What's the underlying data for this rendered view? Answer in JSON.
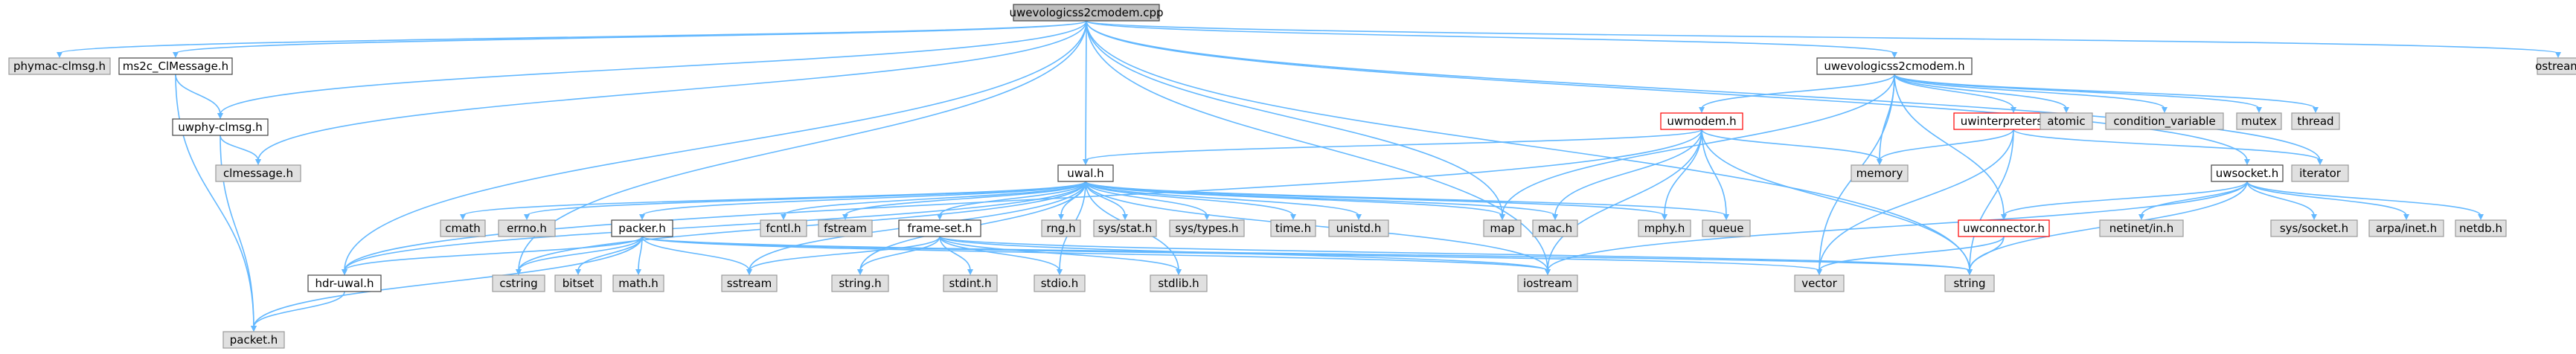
{
  "diagram": {
    "title": "uwevologicss2cmodem.cpp dependency graph",
    "root": "uwevologicss2cmodem.cpp",
    "colors": {
      "edge": "#63b8ff",
      "root_fill": "#bfbfbf",
      "system_fill": "#e0e0e0",
      "highlight_border": "#ff0000",
      "file_border": "#444444"
    },
    "nodes": [
      {
        "id": "cpp",
        "label": "uwevologicss2cmodem.cpp",
        "kind": "root"
      },
      {
        "id": "phymac_h",
        "label": "phymac-clmsg.h",
        "kind": "sys"
      },
      {
        "id": "ms2c",
        "label": "ms2c_ClMessage.h",
        "kind": "file"
      },
      {
        "id": "uwphy",
        "label": "uwphy-clmsg.h",
        "kind": "file"
      },
      {
        "id": "clmsg",
        "label": "clmessage.h",
        "kind": "sys"
      },
      {
        "id": "uwevoh",
        "label": "uwevologicss2cmodem.h",
        "kind": "file"
      },
      {
        "id": "ostream",
        "label": "ostream",
        "kind": "sys"
      },
      {
        "id": "uwmodem",
        "label": "uwmodem.h",
        "kind": "red"
      },
      {
        "id": "uwinterp",
        "label": "uwinterpreters2c.h",
        "kind": "red"
      },
      {
        "id": "atomic",
        "label": "atomic",
        "kind": "sys"
      },
      {
        "id": "condvar",
        "label": "condition_variable",
        "kind": "sys"
      },
      {
        "id": "mutex",
        "label": "mutex",
        "kind": "sys"
      },
      {
        "id": "thread",
        "label": "thread",
        "kind": "sys"
      },
      {
        "id": "memory",
        "label": "memory",
        "kind": "sys"
      },
      {
        "id": "iterator",
        "label": "iterator",
        "kind": "sys"
      },
      {
        "id": "uwsocket",
        "label": "uwsocket.h",
        "kind": "file"
      },
      {
        "id": "uwal",
        "label": "uwal.h",
        "kind": "file"
      },
      {
        "id": "cmath",
        "label": "cmath",
        "kind": "sys"
      },
      {
        "id": "errno",
        "label": "errno.h",
        "kind": "sys"
      },
      {
        "id": "packer",
        "label": "packer.h",
        "kind": "file"
      },
      {
        "id": "fcntl",
        "label": "fcntl.h",
        "kind": "sys"
      },
      {
        "id": "fstream",
        "label": "fstream",
        "kind": "sys"
      },
      {
        "id": "frameset",
        "label": "frame-set.h",
        "kind": "file"
      },
      {
        "id": "rng",
        "label": "rng.h",
        "kind": "sys"
      },
      {
        "id": "sysstat",
        "label": "sys/stat.h",
        "kind": "sys"
      },
      {
        "id": "systypes",
        "label": "sys/types.h",
        "kind": "sys"
      },
      {
        "id": "time",
        "label": "time.h",
        "kind": "sys"
      },
      {
        "id": "unistd",
        "label": "unistd.h",
        "kind": "sys"
      },
      {
        "id": "map",
        "label": "map",
        "kind": "sys"
      },
      {
        "id": "mac",
        "label": "mac.h",
        "kind": "sys"
      },
      {
        "id": "mphy",
        "label": "mphy.h",
        "kind": "sys"
      },
      {
        "id": "queue",
        "label": "queue",
        "kind": "sys"
      },
      {
        "id": "hdr",
        "label": "hdr-uwal.h",
        "kind": "file"
      },
      {
        "id": "packet",
        "label": "packet.h",
        "kind": "sys"
      },
      {
        "id": "cstring",
        "label": "cstring",
        "kind": "sys"
      },
      {
        "id": "bitset",
        "label": "bitset",
        "kind": "sys"
      },
      {
        "id": "mathh",
        "label": "math.h",
        "kind": "sys"
      },
      {
        "id": "sstream",
        "label": "sstream",
        "kind": "sys"
      },
      {
        "id": "stringh",
        "label": "string.h",
        "kind": "sys"
      },
      {
        "id": "stdint",
        "label": "stdint.h",
        "kind": "sys"
      },
      {
        "id": "stdio",
        "label": "stdio.h",
        "kind": "sys"
      },
      {
        "id": "stdlib",
        "label": "stdlib.h",
        "kind": "sys"
      },
      {
        "id": "iostream",
        "label": "iostream",
        "kind": "sys"
      },
      {
        "id": "vector",
        "label": "vector",
        "kind": "sys"
      },
      {
        "id": "string",
        "label": "string",
        "kind": "sys"
      },
      {
        "id": "uwconn",
        "label": "uwconnector.h",
        "kind": "red"
      },
      {
        "id": "netinet",
        "label": "netinet/in.h",
        "kind": "sys"
      },
      {
        "id": "syssocket",
        "label": "sys/socket.h",
        "kind": "sys"
      },
      {
        "id": "arpainet",
        "label": "arpa/inet.h",
        "kind": "sys"
      },
      {
        "id": "netdb",
        "label": "netdb.h",
        "kind": "sys"
      }
    ],
    "edges": [
      [
        "cpp",
        "phymac_h"
      ],
      [
        "cpp",
        "ms2c"
      ],
      [
        "cpp",
        "uwphy"
      ],
      [
        "cpp",
        "clmsg"
      ],
      [
        "cpp",
        "hdr"
      ],
      [
        "cpp",
        "cstring"
      ],
      [
        "cpp",
        "uwal"
      ],
      [
        "cpp",
        "map"
      ],
      [
        "cpp",
        "iostream"
      ],
      [
        "cpp",
        "uwevoh"
      ],
      [
        "cpp",
        "iterator"
      ],
      [
        "cpp",
        "uwsocket"
      ],
      [
        "cpp",
        "string"
      ],
      [
        "cpp",
        "ostream"
      ],
      [
        "ms2c",
        "uwphy"
      ],
      [
        "ms2c",
        "packet"
      ],
      [
        "uwphy",
        "clmsg"
      ],
      [
        "uwphy",
        "packet"
      ],
      [
        "uwevoh",
        "uwmodem"
      ],
      [
        "uwevoh",
        "uwinterp"
      ],
      [
        "uwevoh",
        "atomic"
      ],
      [
        "uwevoh",
        "condvar"
      ],
      [
        "uwevoh",
        "mutex"
      ],
      [
        "uwevoh",
        "thread"
      ],
      [
        "uwevoh",
        "memory"
      ],
      [
        "uwevoh",
        "map"
      ],
      [
        "uwevoh",
        "vector"
      ],
      [
        "uwevoh",
        "uwconn"
      ],
      [
        "uwmodem",
        "uwal"
      ],
      [
        "uwmodem",
        "hdr"
      ],
      [
        "uwmodem",
        "memory"
      ],
      [
        "uwmodem",
        "mac"
      ],
      [
        "uwmodem",
        "mphy"
      ],
      [
        "uwmodem",
        "queue"
      ],
      [
        "uwmodem",
        "iostream"
      ],
      [
        "uwmodem",
        "string"
      ],
      [
        "uwinterp",
        "memory"
      ],
      [
        "uwinterp",
        "iterator"
      ],
      [
        "uwinterp",
        "string"
      ],
      [
        "uwinterp",
        "vector"
      ],
      [
        "uwsocket",
        "uwconn"
      ],
      [
        "uwsocket",
        "netinet"
      ],
      [
        "uwsocket",
        "syssocket"
      ],
      [
        "uwsocket",
        "arpainet"
      ],
      [
        "uwsocket",
        "netdb"
      ],
      [
        "uwsocket",
        "string"
      ],
      [
        "uwsocket",
        "iostream"
      ],
      [
        "uwconn",
        "vector"
      ],
      [
        "uwconn",
        "string"
      ],
      [
        "uwal",
        "cmath"
      ],
      [
        "uwal",
        "errno"
      ],
      [
        "uwal",
        "packer"
      ],
      [
        "uwal",
        "fcntl"
      ],
      [
        "uwal",
        "fstream"
      ],
      [
        "uwal",
        "frameset"
      ],
      [
        "uwal",
        "rng"
      ],
      [
        "uwal",
        "sysstat"
      ],
      [
        "uwal",
        "systypes"
      ],
      [
        "uwal",
        "time"
      ],
      [
        "uwal",
        "unistd"
      ],
      [
        "uwal",
        "map"
      ],
      [
        "uwal",
        "mac"
      ],
      [
        "uwal",
        "mphy"
      ],
      [
        "uwal",
        "queue"
      ],
      [
        "uwal",
        "hdr"
      ],
      [
        "uwal",
        "cstring"
      ],
      [
        "uwal",
        "sstream"
      ],
      [
        "uwal",
        "stringh"
      ],
      [
        "uwal",
        "stdio"
      ],
      [
        "uwal",
        "stdlib"
      ],
      [
        "uwal",
        "iostream"
      ],
      [
        "packer",
        "hdr"
      ],
      [
        "packer",
        "cstring"
      ],
      [
        "packer",
        "bitset"
      ],
      [
        "packer",
        "mathh"
      ],
      [
        "packer",
        "sstream"
      ],
      [
        "packer",
        "iostream"
      ],
      [
        "packer",
        "string"
      ],
      [
        "packer",
        "vector"
      ],
      [
        "packer",
        "packet"
      ],
      [
        "frameset",
        "stringh"
      ],
      [
        "frameset",
        "stdint"
      ],
      [
        "frameset",
        "stdio"
      ],
      [
        "frameset",
        "stdlib"
      ],
      [
        "frameset",
        "sstream"
      ],
      [
        "frameset",
        "iostream"
      ],
      [
        "frameset",
        "string"
      ],
      [
        "hdr",
        "packet"
      ]
    ]
  }
}
